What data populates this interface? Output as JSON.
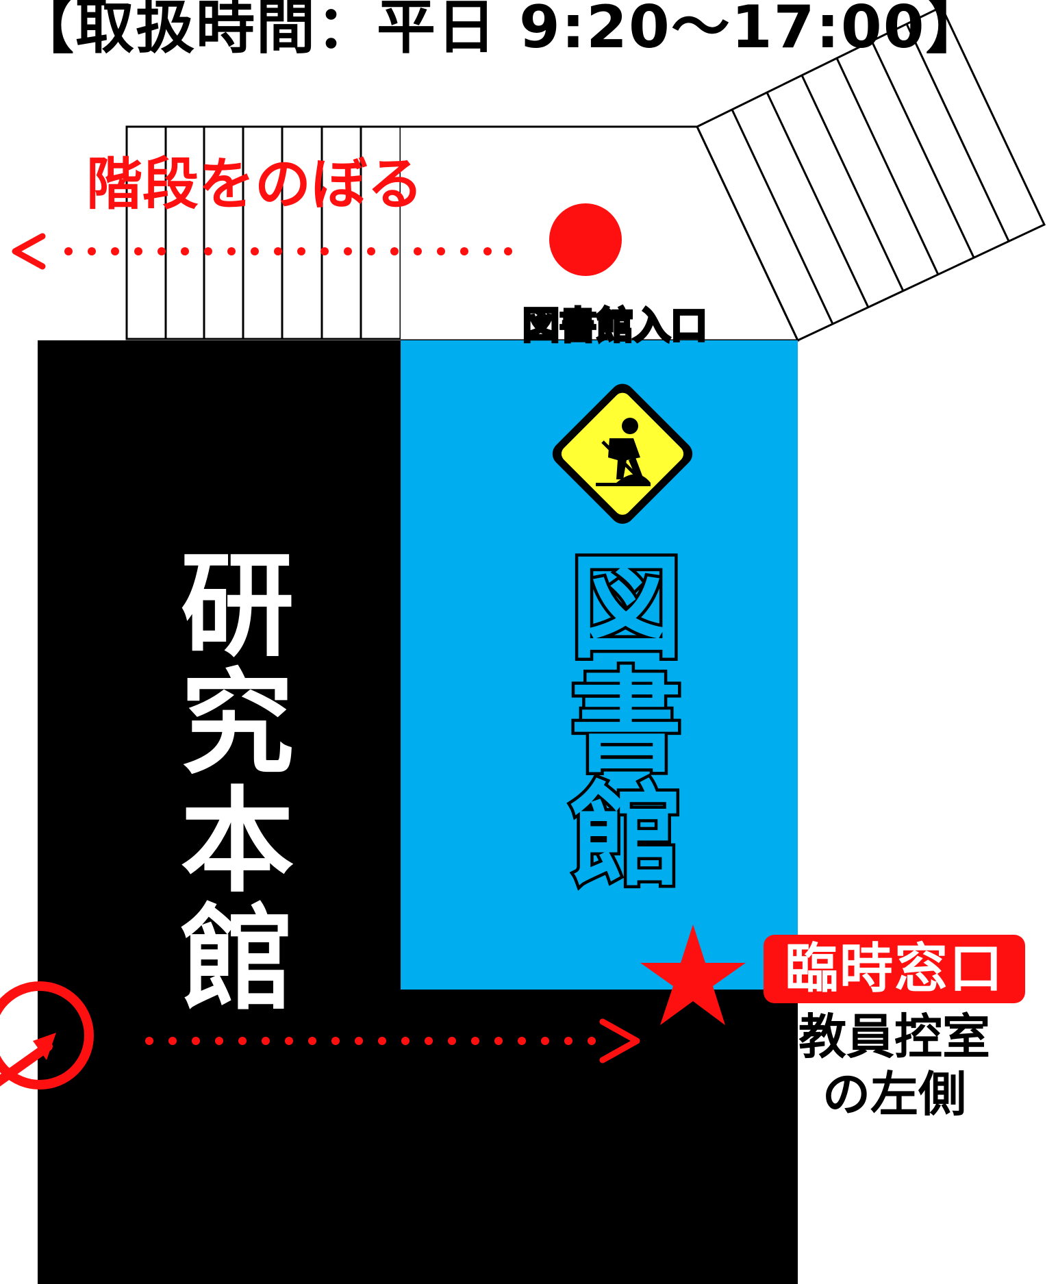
{
  "title": "【取扱時間：平日 9:20〜17:00】",
  "stairs": {
    "label": "階段をのぼる"
  },
  "library": {
    "entrance_label": "図書館入口",
    "name": "図書館",
    "fill_color": "#00aeef",
    "sign_icon": "construction-worker-sign-icon"
  },
  "main_building": {
    "name": "研究本館",
    "fill_color": "#000000"
  },
  "temporary_window": {
    "badge": "臨時窓口",
    "note_line1": "教員控室",
    "note_line2": "の左側",
    "marker_icon": "star-icon"
  },
  "colors": {
    "accent_red": "#ff1010",
    "sign_yellow": "#ffff33"
  }
}
